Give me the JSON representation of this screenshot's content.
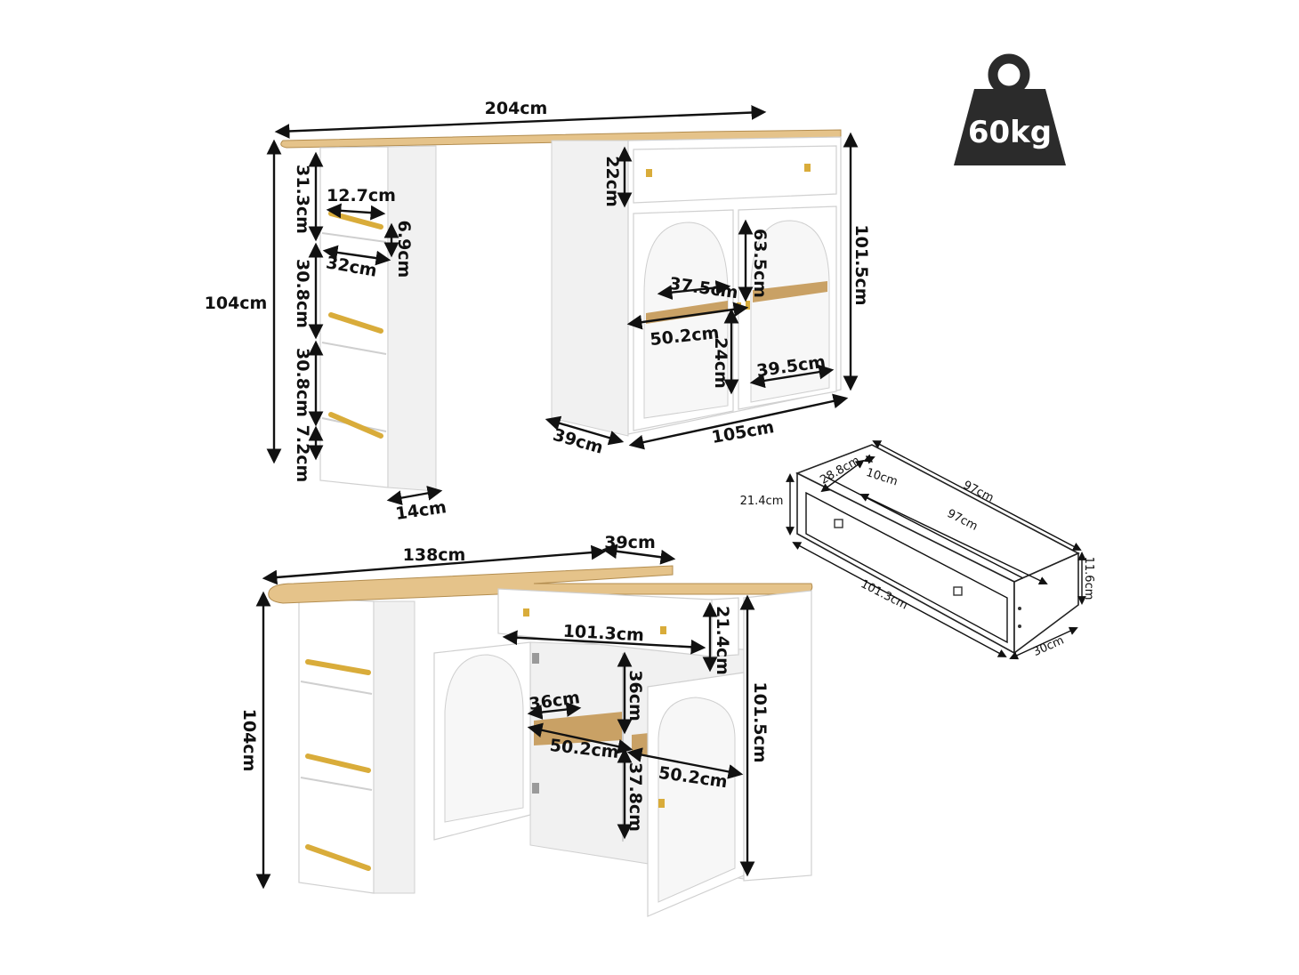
{
  "weight": {
    "label": "60kg"
  },
  "colors": {
    "wood": "#e5c38a",
    "gold_handle": "#d9ac3a",
    "cabinet": "#ffffff",
    "badge": "#2b2b2b"
  },
  "top_view": {
    "total_width": "204cm",
    "height_left": "104cm",
    "shelf_height_1": "31.3cm",
    "shelf_opening": "12.7cm",
    "lip_height": "6.9cm",
    "shelf_depth": "32cm",
    "shelf_height_2": "30.8cm",
    "shelf_height_3": "30.8cm",
    "plinth": "7.2cm",
    "side_depth": "14cm",
    "drawer_height": "22cm",
    "cabinet_height": "101.5cm",
    "door_height": "63.5cm",
    "inner_depth": "37.5cm",
    "inner_width": "50.2cm",
    "lower_height": "24cm",
    "shelf_width": "39.5cm",
    "cabinet_depth": "39cm",
    "cabinet_width": "105cm"
  },
  "bottom_view": {
    "length": "138cm",
    "rotated_depth": "39cm",
    "height_left": "104cm",
    "drawer_width": "101.3cm",
    "drawer_height": "21.4cm",
    "upper_height": "36cm",
    "shelf_depth": "36cm",
    "inner_width_left": "50.2cm",
    "inner_width_right": "50.2cm",
    "lower_height": "37.8cm",
    "cabinet_height": "101.5cm"
  },
  "drawer_detail": {
    "side_depth": "28.8cm",
    "inset": "10cm",
    "outer_length": "97cm",
    "inner_length": "97cm",
    "front_height": "21.4cm",
    "front_width": "101.3cm",
    "side_height": "11.6cm",
    "depth": "30cm"
  }
}
